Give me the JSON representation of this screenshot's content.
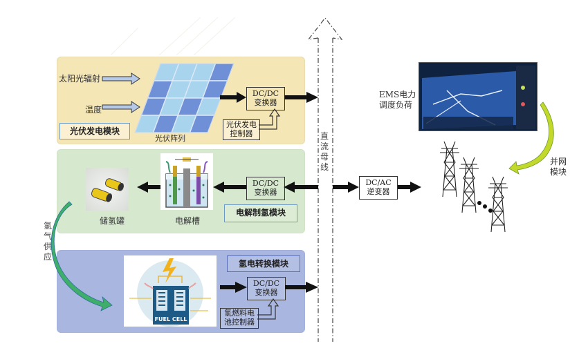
{
  "pv_module": {
    "title": "光伏发电模块",
    "input_solar": "太阳光辐射",
    "input_temp": "温度",
    "array_label": "光伏阵列",
    "converter_line1": "DC/DC",
    "converter_line2": "变换器",
    "controller_line1": "光伏发电",
    "controller_line2": "控制器"
  },
  "electrolysis_module": {
    "title": "电解制氢模块",
    "tank_label": "储氢罐",
    "cell_label": "电解槽",
    "converter_line1": "DC/DC",
    "converter_line2": "变换器"
  },
  "fuelcell_module": {
    "title": "氢电转换模块",
    "fuel_cell_text": "FUEL CELL",
    "converter_line1": "DC/DC",
    "converter_line2": "变换器",
    "controller_line1": "氢燃料电",
    "controller_line2": "池控制器"
  },
  "hydrogen_supply": [
    "氢",
    "气",
    "供",
    "应"
  ],
  "dc_bus": [
    "直",
    "流",
    "母",
    "线"
  ],
  "inverter": {
    "line1": "DC/AC",
    "line2": "逆变器"
  },
  "ems": {
    "line1": "EMS电力",
    "line2": "调度负荷"
  },
  "grid": {
    "line1": "并网",
    "line2": "模块"
  },
  "colors": {
    "pv_bg": "#f5e6b6",
    "electrolysis_bg": "#d6e9cf",
    "fuelcell_bg": "#a9b6df",
    "arrow": "#111111"
  }
}
